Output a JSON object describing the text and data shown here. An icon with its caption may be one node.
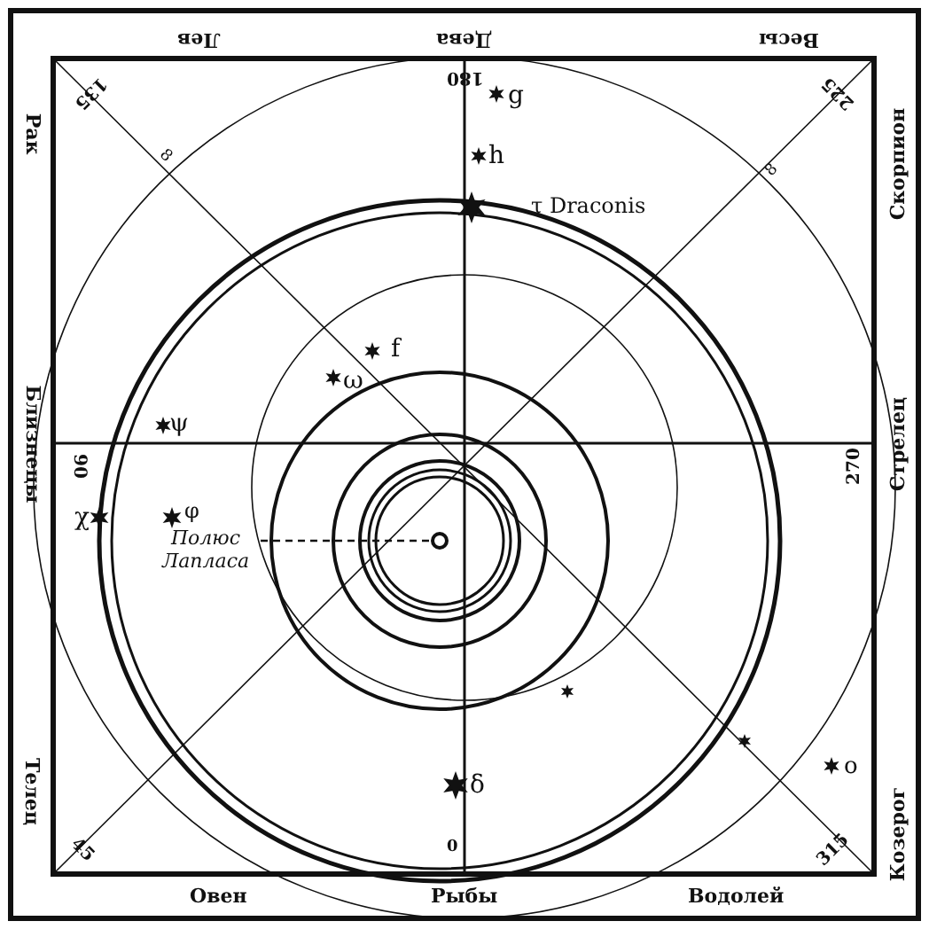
{
  "diagram": {
    "nodes": [
      {
        "text": [
          "Полюс Лапласа"
        ]
      },
      {
        "text": [],
        "shape": "circle"
      }
    ],
    "edges": [
      {
        "from": 0,
        "to": 1,
        "arrow": "none",
        "style": "dashed"
      }
    ],
    "labels": [
      "Лев",
      "Дева",
      "Весы",
      "135",
      "180",
      "225",
      "g",
      "Рак",
      "Скорпион",
      "8",
      "h",
      "8",
      "τ Draconis",
      "f",
      "ω",
      "ψ",
      "Близнецы",
      "90",
      "270",
      "Стрелец",
      "χ",
      "φ",
      "o",
      "δ",
      "Телец",
      "45",
      "0",
      "315",
      "Козерог",
      "Овен",
      "Рыбы",
      "Водолей"
    ]
  }
}
